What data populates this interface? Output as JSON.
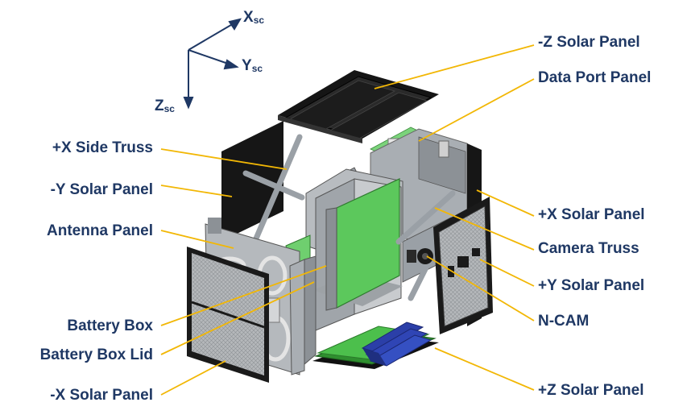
{
  "axes": {
    "x": {
      "main": "X",
      "sub": "sc"
    },
    "y": {
      "main": "Y",
      "sub": "sc"
    },
    "z": {
      "main": "Z",
      "sub": "sc"
    }
  },
  "labels": {
    "neg_z_solar": "-Z Solar Panel",
    "data_port": "Data Port Panel",
    "pos_x_truss": "+X Side Truss",
    "neg_y_solar": "-Y Solar Panel",
    "antenna": "Antenna Panel",
    "pos_x_solar": "+X Solar Panel",
    "camera_truss": "Camera Truss",
    "pos_y_solar": "+Y Solar Panel",
    "battery_box": "Battery Box",
    "ncam": "N-CAM",
    "battery_lid": "Battery Box Lid",
    "neg_x_solar": "-X Solar Panel",
    "pos_z_solar": "+Z Solar Panel"
  },
  "colors": {
    "label_text": "#1f3864",
    "leader_line": "#f2b705",
    "pcb_green": "#5cc85c",
    "solar_black": "#151515",
    "frame_gray": "#a9aeb3"
  }
}
